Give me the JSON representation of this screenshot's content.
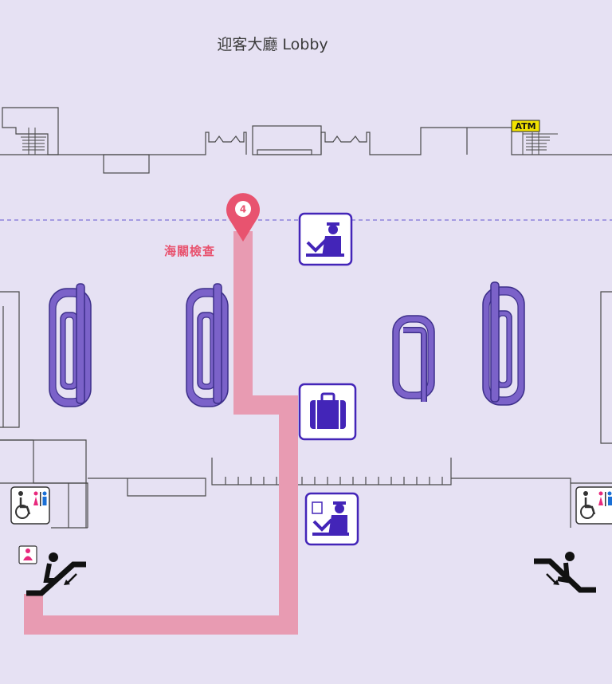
{
  "title": "迎客大廳 Lobby",
  "customs_label": "海關檢查",
  "atm_label": "ATM",
  "pin_number": "4",
  "colors": {
    "background": "#e6e1f3",
    "route": "#e89bb2",
    "pin": "#e8536f",
    "carousel": "#7b62c9",
    "sign": "#4325b8"
  },
  "icons": [
    "customs-officer-icon",
    "baggage-icon",
    "customs-declaration-icon",
    "accessible-restroom-icon",
    "nursing-room-icon",
    "escalator-down-icon",
    "atm-icon",
    "location-pin-icon"
  ]
}
